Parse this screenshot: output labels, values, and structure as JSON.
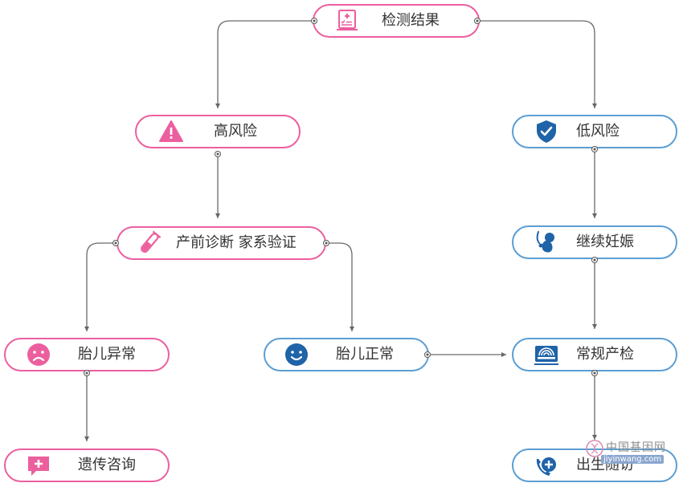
{
  "colors": {
    "pink": "#ec5f9e",
    "blue": "#1f63a8",
    "line": "#666666"
  },
  "nodes": {
    "result": {
      "label": "检测结果",
      "icon": "report-icon"
    },
    "high": {
      "label": "高风险",
      "icon": "warning-icon"
    },
    "low": {
      "label": "低风险",
      "icon": "shield-check-icon"
    },
    "prenatal": {
      "label": "产前诊断 家系验证",
      "icon": "test-tube-icon"
    },
    "continue": {
      "label": "继续妊娠",
      "icon": "fetus-icon"
    },
    "abnormal": {
      "label": "胎儿异常",
      "icon": "sad-face-icon"
    },
    "normal": {
      "label": "胎儿正常",
      "icon": "smile-face-icon"
    },
    "routine": {
      "label": "常规产检",
      "icon": "ultrasound-icon"
    },
    "genetic": {
      "label": "遗传咨询",
      "icon": "chat-plus-icon"
    },
    "birth": {
      "label": "出生随访",
      "icon": "phone-plus-icon"
    }
  },
  "watermark": {
    "text": "中国基因网",
    "url": "jiyinwang.com"
  }
}
